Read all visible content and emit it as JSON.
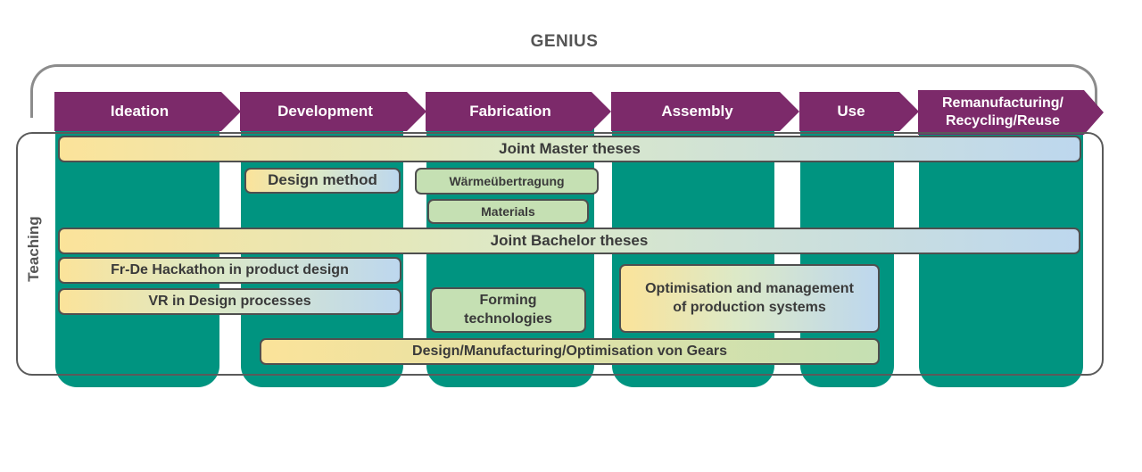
{
  "title": "GENIUS",
  "stages": [
    {
      "label": "Ideation"
    },
    {
      "label": "Development"
    },
    {
      "label": "Fabrication"
    },
    {
      "label": "Assembly"
    },
    {
      "label": "Use"
    },
    {
      "label": "Remanufacturing/\nRecycling/Reuse"
    }
  ],
  "teaching_label": "Teaching",
  "items": {
    "joint_master": "Joint Master theses",
    "design_method": "Design method",
    "waerme": "Wärmeübertragung",
    "materials": "Materials",
    "joint_bachelor": "Joint Bachelor theses",
    "hackathon": "Fr-De Hackathon in product design",
    "vr_design": "VR in Design processes",
    "forming": "Forming technologies",
    "optimisation": "Optimisation and management of production systems",
    "gears": "Design/Manufacturing/Optimisation von Gears"
  },
  "colors": {
    "stage_header": "#7c2a6a",
    "column": "#009480",
    "box_gradient_start": "#fbe39a",
    "box_gradient_end": "#bdd7ee",
    "box_green": "#c5e0b3"
  }
}
